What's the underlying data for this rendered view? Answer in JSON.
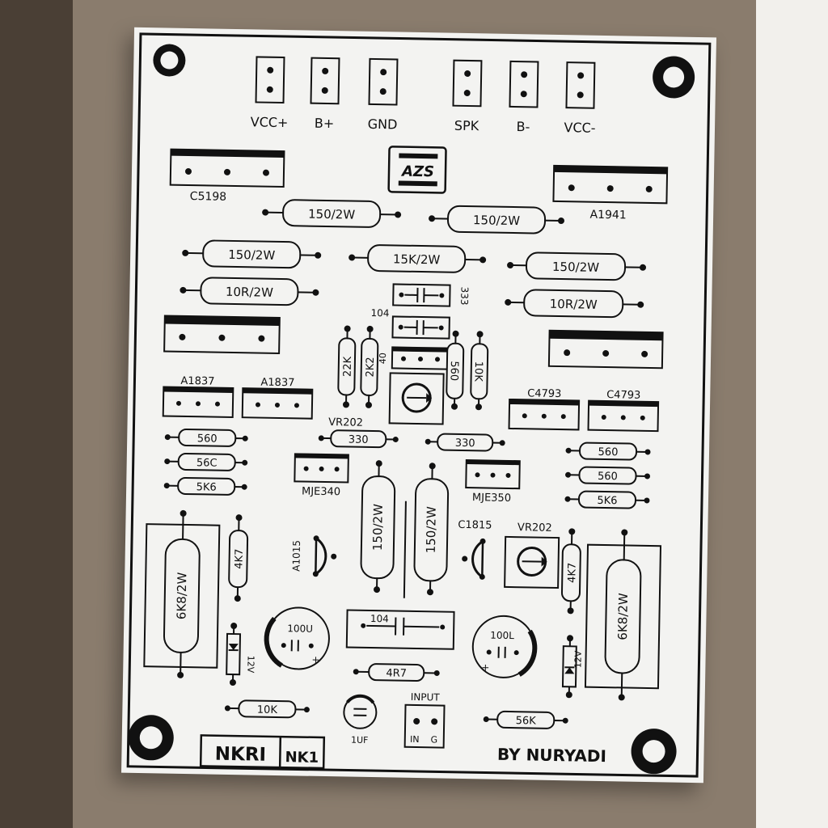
{
  "connectors": [
    "VCC+",
    "B+",
    "GND",
    "SPK",
    "B-",
    "VCC-"
  ],
  "logo": "AZS",
  "transistors": {
    "c5198": "C5198",
    "a1941": "A1941",
    "a1837a": "A1837",
    "a1837b": "A1837",
    "c4793a": "C4793",
    "c4793b": "C4793",
    "mje340": "MJE340",
    "mje350": "MJE350",
    "a1015": "A1015",
    "c1815": "C1815"
  },
  "resistors": {
    "r150a": "150/2W",
    "r150b": "150/2W",
    "r150c": "150/2W",
    "r150d": "150/2W",
    "r15k": "15K/2W",
    "r10ra": "10R/2W",
    "r10rb": "10R/2W",
    "r22k": "22K",
    "r2k2": "2K2",
    "r560v": "560",
    "r10kv": "10K",
    "r560a": "560",
    "r56ca": "56C",
    "r5k6a": "5K6",
    "r330a": "330",
    "r330b": "330",
    "r560b": "560",
    "r560c": "560",
    "r5k6b": "5K6",
    "r150v1": "150/2W",
    "r150v2": "150/2W",
    "r4k7a": "4K7",
    "r4k7b": "4K7",
    "r6k8a": "6K8/2W",
    "r6k8b": "6K8/2W",
    "r4r7": "4R7",
    "r10kb": "10K",
    "r56k": "56K"
  },
  "caps": {
    "c333": "333",
    "c104a": "104",
    "c104b": "104",
    "e100a": "100U",
    "e100b": "100L",
    "c1uf": "1UF"
  },
  "misc": {
    "vr202a": "VR202",
    "vr202b": "VR202",
    "tag40": "40",
    "z12a": "12V",
    "z12b": "12V",
    "input": "INPUT",
    "in": "IN",
    "g": "G",
    "nkri": "NKRI",
    "nk1": "NK1",
    "author": "BY NURYADI"
  },
  "colors": {
    "board": "#f3f3f1",
    "ink": "#111111",
    "background": "#8b7d6e"
  }
}
